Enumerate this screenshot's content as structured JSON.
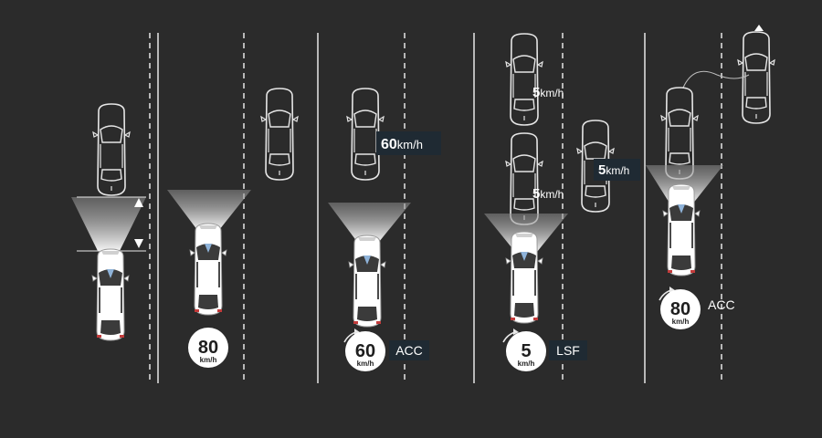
{
  "colors": {
    "background": "#2b2b2b",
    "lane_line": "#e8e8e8",
    "label_box": "#1f2a33",
    "ego_car_body": "#ffffff",
    "sensor_blue": "#8fb3d9"
  },
  "icons": [
    "car-outline-icon",
    "ego-car-icon",
    "sensor-beam-icon",
    "triangle-up-icon",
    "triangle-down-icon",
    "speed-dial-icon",
    "arc-arrow-icon"
  ],
  "scenes": [
    {
      "id": "distance",
      "target_speed": null,
      "mode_label": null
    },
    {
      "id": "cruise",
      "target_speed": {
        "value": "80",
        "unit": "km/h"
      },
      "mode_label": null
    },
    {
      "id": "acc-follow",
      "target_speed": {
        "value": "60",
        "unit": "km/h"
      },
      "mode_label": "ACC",
      "lead_speed": {
        "value": "60",
        "unit": "km/h"
      }
    },
    {
      "id": "low-speed-follow",
      "target_speed": {
        "value": "5",
        "unit": "km/h"
      },
      "mode_label": "LSF",
      "lead_speeds": [
        {
          "value": "5",
          "unit": "km/h"
        },
        {
          "value": "5",
          "unit": "km/h"
        },
        {
          "value": "5",
          "unit": "km/h"
        }
      ]
    },
    {
      "id": "acc-resume",
      "target_speed": {
        "value": "80",
        "unit": "km/h"
      },
      "mode_label": "ACC"
    }
  ]
}
